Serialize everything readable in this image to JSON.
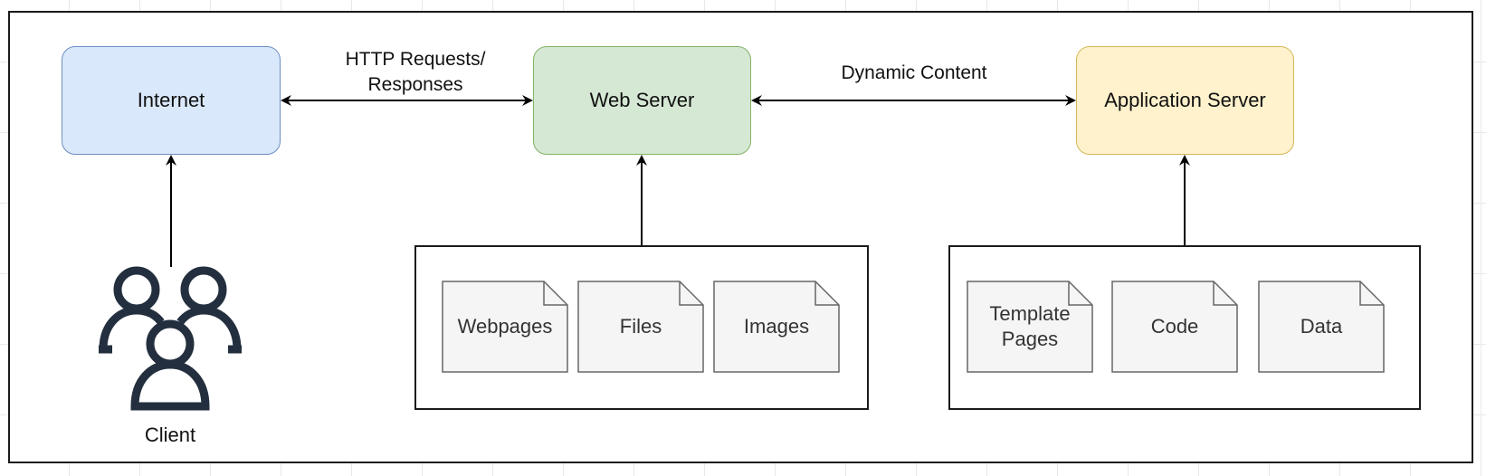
{
  "nodes": {
    "internet": {
      "label": "Internet",
      "fill": "#dae8fc",
      "stroke": "#6c8ebf"
    },
    "web_server": {
      "label": "Web Server",
      "fill": "#d5e8d4",
      "stroke": "#82b366"
    },
    "app_server": {
      "label": "Application Server",
      "fill": "#fff2cc",
      "stroke": "#d6b656"
    }
  },
  "edges": {
    "http_label": "HTTP Requests/\nResponses",
    "dynamic_label": "Dynamic Content"
  },
  "client": {
    "label": "Client",
    "icon": "users-group-icon",
    "icon_color": "#232f3e"
  },
  "web_resources": {
    "items": [
      "Webpages",
      "Files",
      "Images"
    ]
  },
  "app_resources": {
    "items": [
      "Template\nPages",
      "Code",
      "Data"
    ]
  },
  "colors": {
    "document_fill": "#f5f5f5",
    "document_stroke": "#666666",
    "line": "#000000"
  }
}
